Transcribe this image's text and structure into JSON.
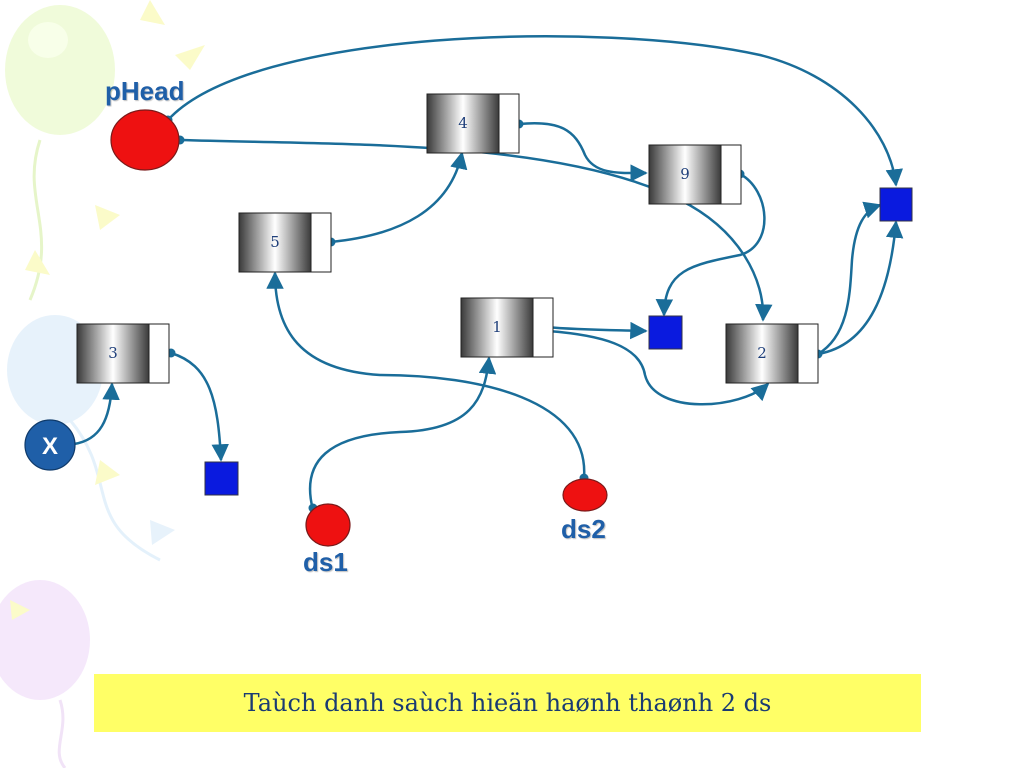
{
  "pointers": {
    "phead": "pHead",
    "ds1": "ds1",
    "ds2": "ds2",
    "x": "X"
  },
  "nodes": {
    "n4": "4",
    "n9": "9",
    "n5": "5",
    "n1": "1",
    "n3": "3",
    "n2": "2"
  },
  "caption": "Taùch danh saùch hieän haønh thaønh 2 ds",
  "colors": {
    "arrow": "#1a6d99",
    "pointer_fill": "#ee1111",
    "null_fill": "#0a1adf",
    "label_blue": "#1f5fa8",
    "caption_bg": "#ffff66"
  }
}
